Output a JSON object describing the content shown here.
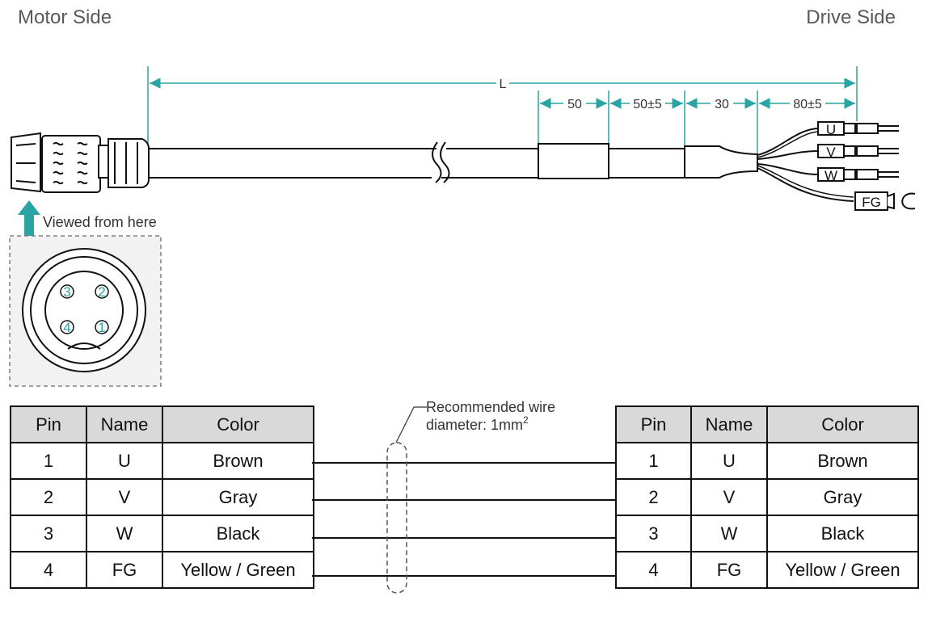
{
  "titles": {
    "motor_side": "Motor Side",
    "drive_side": "Drive Side"
  },
  "dimensions": {
    "overall": "L",
    "segments": [
      "50",
      "50±5",
      "30",
      "80±5"
    ]
  },
  "wire_labels": [
    "U",
    "V",
    "W",
    "FG"
  ],
  "viewed_from": "Viewed from here",
  "connector_pins": [
    "3",
    "2",
    "4",
    "1"
  ],
  "wire_note": {
    "line1": "Recommended wire",
    "line2": "diameter: 1mm",
    "sup": "2"
  },
  "tables": {
    "headers": [
      "Pin",
      "Name",
      "Color"
    ],
    "motor_rows": [
      {
        "pin": "1",
        "name": "U",
        "color": "Brown"
      },
      {
        "pin": "2",
        "name": "V",
        "color": "Gray"
      },
      {
        "pin": "3",
        "name": "W",
        "color": "Black"
      },
      {
        "pin": "4",
        "name": "FG",
        "color": "Yellow / Green"
      }
    ],
    "drive_rows": [
      {
        "pin": "1",
        "name": "U",
        "color": "Brown"
      },
      {
        "pin": "2",
        "name": "V",
        "color": "Gray"
      },
      {
        "pin": "3",
        "name": "W",
        "color": "Black"
      },
      {
        "pin": "4",
        "name": "FG",
        "color": "Yellow / Green"
      }
    ]
  },
  "colors": {
    "dimension": "#2aa3a3",
    "line": "#111111",
    "header_fill": "#d9d9d9"
  }
}
